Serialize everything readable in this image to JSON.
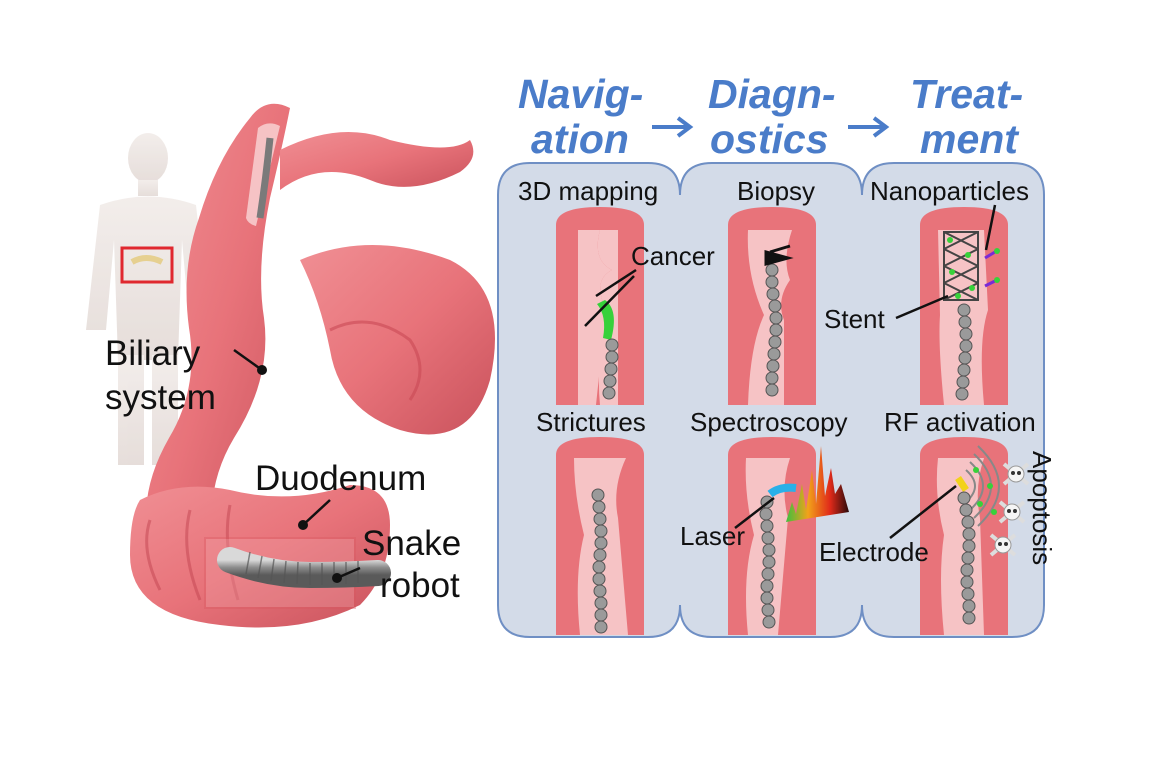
{
  "figure": {
    "left_labels": {
      "biliary": [
        "Biliary",
        "system"
      ],
      "duodenum": "Duodenum",
      "robot": [
        "Snake",
        "robot"
      ]
    },
    "stages": [
      {
        "line1": "Navig-",
        "line2": "ation"
      },
      {
        "line1": "Diagn-",
        "line2": "ostics"
      },
      {
        "line1": "Treat-",
        "line2": "ment"
      }
    ],
    "panels": {
      "top": [
        "3D mapping",
        "Biopsy",
        "Nanoparticles"
      ],
      "bottom": [
        "Strictures",
        "Spectroscopy",
        "RF activation"
      ]
    },
    "annotations": {
      "cancer": "Cancer",
      "stent": "Stent",
      "laser": "Laser",
      "electrode": "Electrode",
      "apoptosis": "Apoptosis"
    },
    "colors": {
      "tissue": "#e8737a",
      "tissue_dark": "#c94a55",
      "lumen": "#f6c3c5",
      "panel_bg": "#d3dbe8",
      "panel_border": "#6f8fc4",
      "stage_text": "#4a7cc9",
      "marker_green": "#37d13a",
      "laser_blue": "#2ab0e8",
      "highlight_box": "#e0282f"
    },
    "icons": [
      "arrow-right-icon",
      "skull-crossbones-icon",
      "human-body-icon"
    ]
  }
}
